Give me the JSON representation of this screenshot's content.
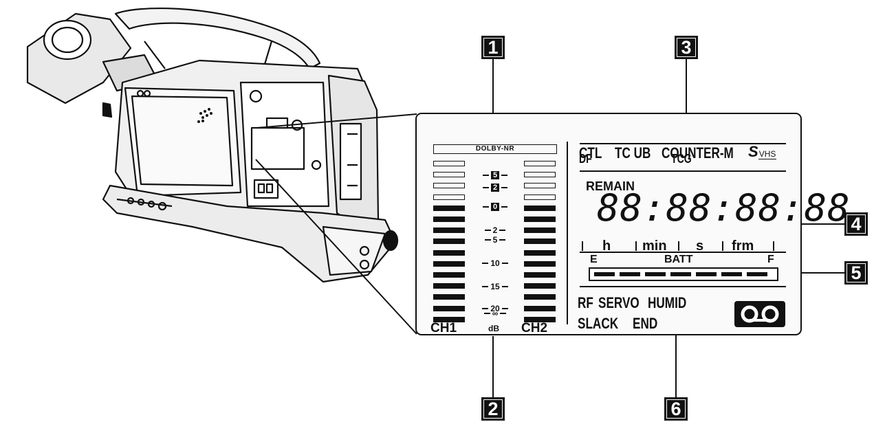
{
  "callouts": [
    "1",
    "2",
    "3",
    "4",
    "5",
    "6"
  ],
  "display": {
    "dolby": "DOLBY-NR",
    "scale_marks": [
      "5",
      "2",
      "0",
      "2",
      "5",
      "10",
      "15",
      "20",
      "∞"
    ],
    "db_unit": "dB",
    "ch1": "CH1",
    "ch2": "CH2",
    "top_row": {
      "ctl": "CTL",
      "tcub": "TC UB",
      "counter": "COUNTER-M",
      "svhs_s": "S",
      "svhs_vhs": "VHS"
    },
    "df": "DF",
    "tcg": "TCG",
    "remain": "REMAIN",
    "timecode": "88:88:88:88",
    "units": {
      "h": "h",
      "min": "min",
      "s": "s",
      "frm": "frm"
    },
    "batt": {
      "empty": "E",
      "label": "BATT",
      "full": "F",
      "segments": 7
    },
    "warnings": {
      "rf": "RF",
      "servo": "SERVO",
      "humid": "HUMID",
      "slack": "SLACK",
      "end": "END"
    },
    "level_meter_rows": 15,
    "hollow_rows": 4
  },
  "icons": {
    "camera": "camcorder-illustration",
    "cassette": "cassette-icon"
  }
}
